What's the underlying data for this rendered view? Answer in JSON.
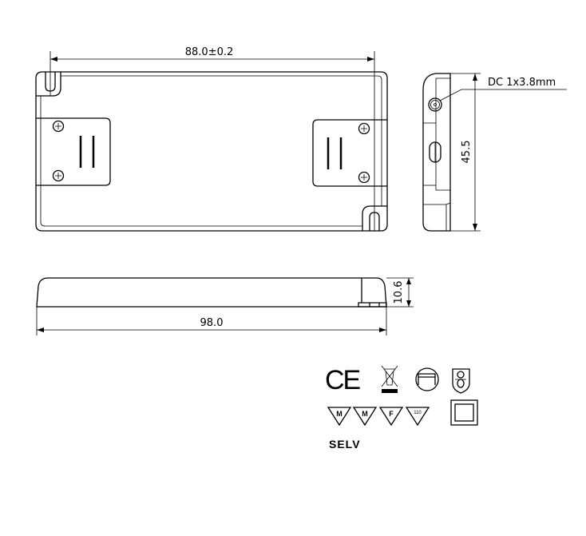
{
  "dimensions": {
    "top_width": "88.0±0.2",
    "overall_length": "98.0",
    "height": "10.6",
    "width": "45.5",
    "connector": "DC 1x3.8mm"
  },
  "symbols": {
    "ce": "CE",
    "tri_1": "M",
    "tri_2": "M",
    "tri_3": "F",
    "tri_4": "110",
    "selv": "SELV"
  },
  "icons": [
    "ce-mark",
    "weee-bin-icon",
    "independent-lamp-controlgear-icon",
    "thermal-protection-shield-icon",
    "m-mark-icon",
    "mm-mark-icon",
    "f-mark-icon",
    "110-temp-icon",
    "class-ii-double-square-icon"
  ]
}
